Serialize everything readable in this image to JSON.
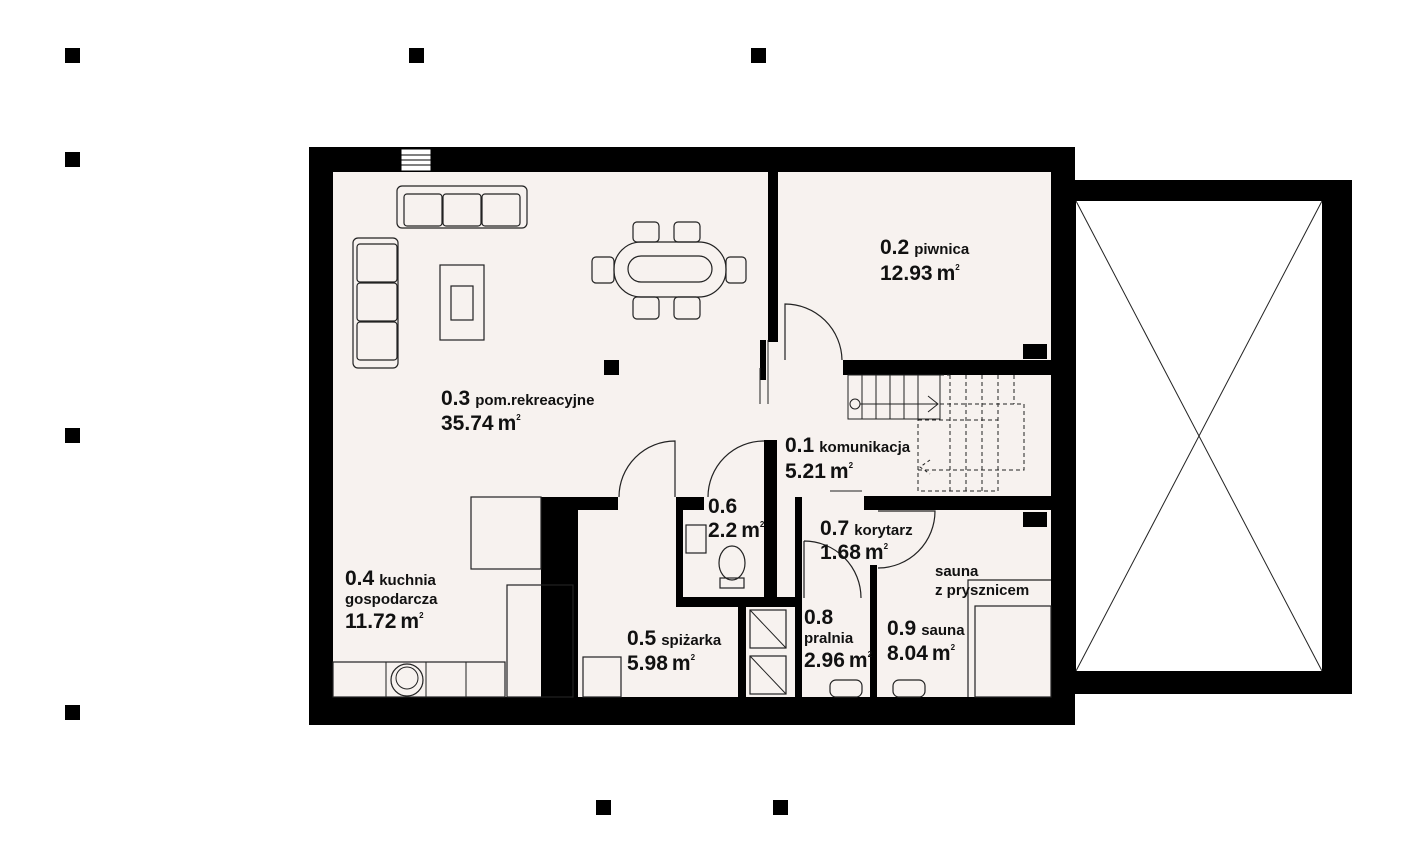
{
  "floorplan": {
    "colors": {
      "wall": "#000000",
      "floor": "#f7f2ef",
      "furniture_line": "#222222"
    },
    "rooms": [
      {
        "id": "r01",
        "number": "0.1",
        "name": "komunikacja",
        "area": "5.21",
        "unit": "m",
        "unit_exp": "2"
      },
      {
        "id": "r02",
        "number": "0.2",
        "name": "piwnica",
        "area": "12.93",
        "unit": "m",
        "unit_exp": "2"
      },
      {
        "id": "r03",
        "number": "0.3",
        "name": "pom.rekreacyjne",
        "area": "35.74",
        "unit": "m",
        "unit_exp": "2"
      },
      {
        "id": "r04",
        "number": "0.4",
        "name": "kuchnia",
        "name2": "gospodarcza",
        "area": "11.72",
        "unit": "m",
        "unit_exp": "2"
      },
      {
        "id": "r05",
        "number": "0.5",
        "name": "spiżarka",
        "area": "5.98",
        "unit": "m",
        "unit_exp": "2"
      },
      {
        "id": "r06",
        "number": "0.6",
        "area": "2.2",
        "unit": "m",
        "unit_exp": "2"
      },
      {
        "id": "r07",
        "number": "0.7",
        "name": "korytarz",
        "area": "1.68",
        "unit": "m",
        "unit_exp": "2"
      },
      {
        "id": "r08",
        "number": "0.8",
        "name": "pralnia",
        "area": "2.96",
        "unit": "m",
        "unit_exp": "2"
      },
      {
        "id": "r09",
        "number": "0.9",
        "name": "sauna",
        "area": "8.04",
        "unit": "m",
        "unit_exp": "2"
      }
    ],
    "labels": {
      "sauna_line1": "sauna",
      "sauna_line2": "z prysznicem"
    }
  }
}
